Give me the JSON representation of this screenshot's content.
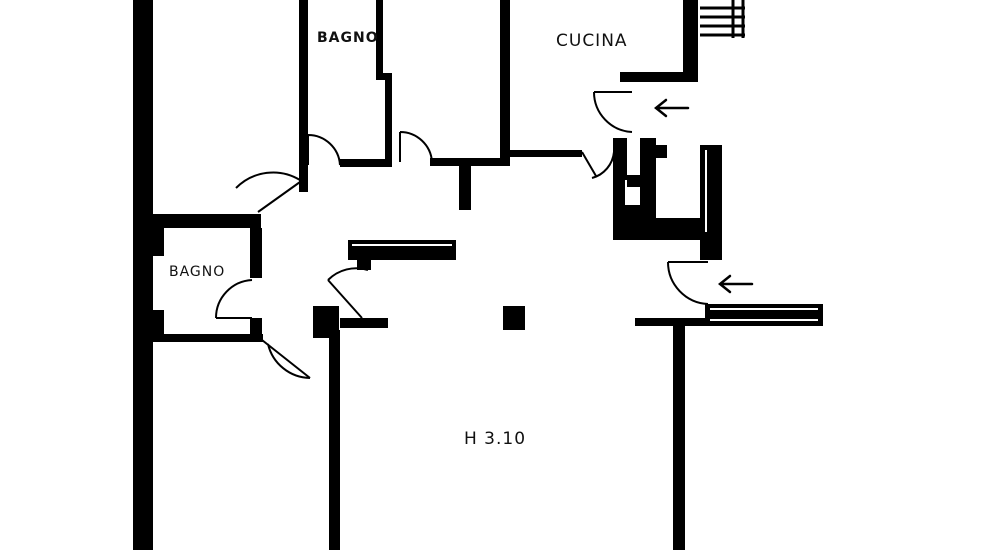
{
  "labels": {
    "bagno_top": "BAGNO",
    "cucina": "CUCINA",
    "bagno_left": "BAGNO",
    "height": "H 3.10"
  },
  "colors": {
    "wall": "#000000",
    "background": "#ffffff"
  }
}
